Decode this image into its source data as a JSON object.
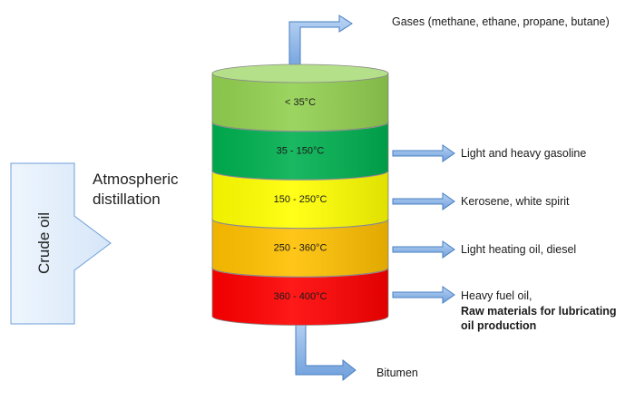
{
  "input": {
    "label": "Crude oil"
  },
  "process": {
    "line1": "Atmospheric",
    "line2": "distillation"
  },
  "column": {
    "layers": [
      {
        "temp": "< 35°C",
        "color": "#92d050",
        "top_color": "#b5e08a"
      },
      {
        "temp": "35 - 150°C",
        "color": "#00b050"
      },
      {
        "temp": "150 - 250°C",
        "color": "#ffff00"
      },
      {
        "temp": "250 - 360°C",
        "color": "#ffc000"
      },
      {
        "temp": "360 - 400°C",
        "color": "#ff0000"
      }
    ]
  },
  "outputs": {
    "gases": "Gases (methane, ethane, propane, butane)",
    "gasoline": "Light and heavy gasoline",
    "kerosene": "Kerosene, white spirit",
    "heating_oil": "Light heating oil, diesel",
    "heavy_fuel_line1": "Heavy fuel oil,",
    "heavy_fuel_line2": "Raw materials for lubricating",
    "heavy_fuel_line3": "oil production",
    "bitumen": "Bitumen"
  },
  "colors": {
    "arrow_fill": "#a8c8f0",
    "arrow_stroke": "#4a7fc0",
    "input_fill": "#e6f0fb"
  }
}
